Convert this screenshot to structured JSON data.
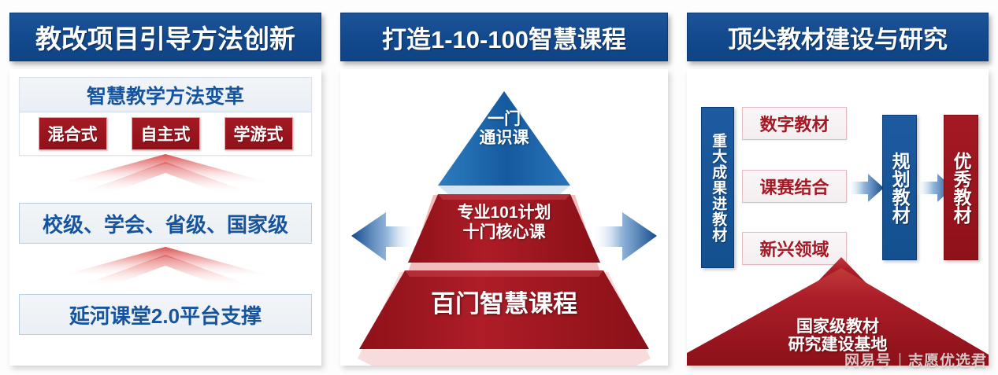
{
  "theme": {
    "brand_blue": "#13508f",
    "brand_red": "#a41924",
    "panel_bg": "#ffffff",
    "page_bg": "#fdfdfd",
    "light_box_bg": "#eef3f8"
  },
  "panels": [
    {
      "id": "panel-1",
      "title": "教改项目引导方法创新",
      "header_box": {
        "label": "智慧教学方法变革",
        "tags": [
          {
            "label": "混合式"
          },
          {
            "label": "自主式"
          },
          {
            "label": "学游式"
          }
        ]
      },
      "middle_box": {
        "label": "校级、学会、省级、国家级"
      },
      "base_box": {
        "label": "延河课堂2.0平台支撑"
      },
      "arrows": [
        {
          "name": "upward-arrow-lower",
          "direction": "up",
          "color": "#e8a0a0"
        },
        {
          "name": "upward-arrow-upper",
          "direction": "up",
          "color": "#e8a0a0"
        }
      ]
    },
    {
      "id": "panel-2",
      "title": "打造1-10-100智慧课程",
      "pyramid": {
        "levels": [
          {
            "name": "pyramid-apex",
            "lines": [
              "一门",
              "通识课"
            ],
            "color": "#1a66ad",
            "count": 1
          },
          {
            "name": "pyramid-middle",
            "lines": [
              "专业101计划",
              "十门核心课"
            ],
            "color": "#a41924",
            "count": 10
          },
          {
            "name": "pyramid-base",
            "lines": [
              "百门智慧课程"
            ],
            "color": "#a41924",
            "count": 100
          }
        ]
      },
      "side_arrows": [
        {
          "name": "left-arrow",
          "direction": "left",
          "color": "#1d5aa0"
        },
        {
          "name": "right-arrow",
          "direction": "right",
          "color": "#1d5aa0"
        }
      ]
    },
    {
      "id": "panel-3",
      "title": "顶尖教材建设与研究",
      "left_label": "重大成果进教材",
      "items": [
        {
          "label": "数字教材"
        },
        {
          "label": "课赛结合"
        },
        {
          "label": "新兴领域"
        }
      ],
      "plan_box": {
        "label": "规划教材"
      },
      "excellent_box": {
        "label": "优秀教材"
      },
      "base_arrow": {
        "line1": "国家级教材",
        "line2": "研究建设基地",
        "color": "#a41924"
      },
      "flow_arrows": [
        {
          "name": "flow-arrow-1",
          "direction": "right"
        },
        {
          "name": "flow-arrow-2",
          "direction": "right"
        }
      ]
    }
  ],
  "watermark": {
    "source": "网易号",
    "separator": "|",
    "author": "志愿优选君"
  }
}
